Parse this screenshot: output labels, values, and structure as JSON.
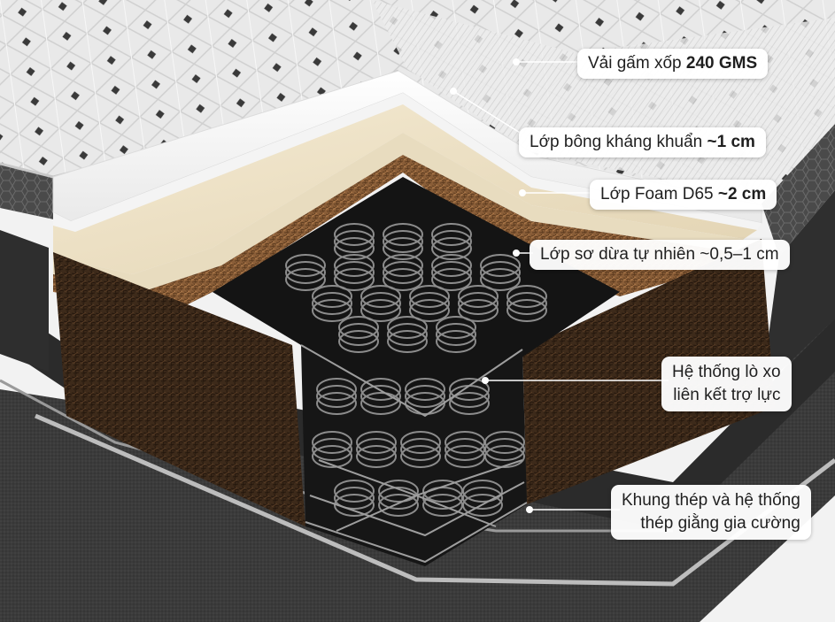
{
  "callouts": {
    "fabric": {
      "text": "Vải gấm xốp ",
      "bold": "240 GMS"
    },
    "cotton": {
      "text": "Lớp bông kháng khuẩn ",
      "bold": "~1 cm"
    },
    "foam": {
      "text": "Lớp Foam D65 ",
      "bold": "~2 cm"
    },
    "coir": {
      "text": "Lớp sơ dừa tự nhiên ~0,5–1 cm"
    },
    "springs": {
      "line1": "Hệ thống lò xo",
      "line2": "liên kết trợ lực"
    },
    "frame": {
      "line1": "Khung thép và hệ thống",
      "line2": "thép giằng gia cường"
    }
  },
  "colors": {
    "background": "#f2f2f2",
    "quilted_fabric": "#e6e6e6",
    "cotton_layer": "#fbfbfb",
    "foam_layer": "#ece0c6",
    "coir_layer": "#7a5230",
    "coir_side": "#3e2a1a",
    "springs": "#1c1c1c",
    "base": "#3a3a3a"
  }
}
